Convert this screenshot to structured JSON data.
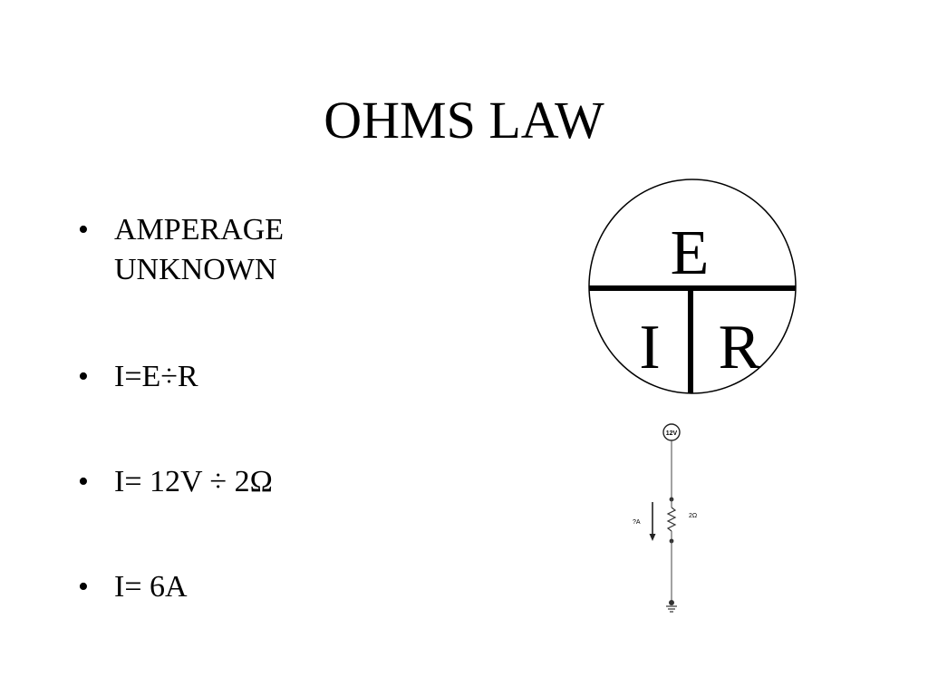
{
  "slide": {
    "title": "OHMS LAW"
  },
  "bullets": [
    {
      "marker": "•",
      "text": "AMPERAGE\nUNKNOWN"
    },
    {
      "marker": "•",
      "text": "I=E÷R"
    },
    {
      "marker": "•",
      "text": "I= 12V ÷ 2Ω"
    },
    {
      "marker": "•",
      "text": "I= 6A"
    }
  ],
  "ohm_circle": {
    "top": "E",
    "bottom_left": "I",
    "bottom_right": "R"
  },
  "circuit": {
    "source_label": "12V",
    "resistor_label": "2Ω",
    "current_label": "?A"
  }
}
